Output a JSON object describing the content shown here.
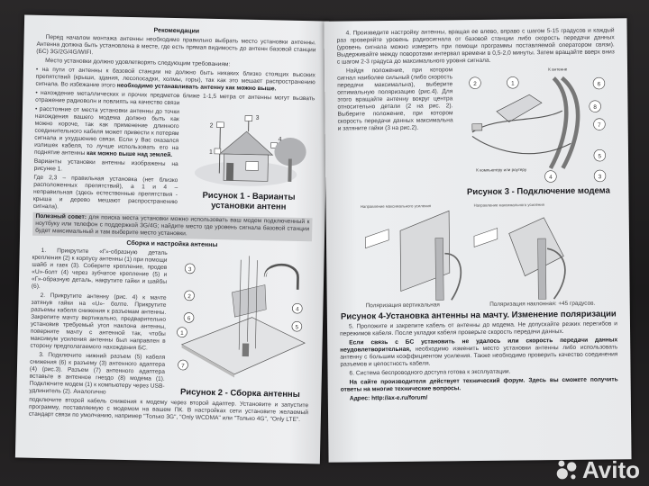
{
  "left_page": {
    "heading": "Рекомендации",
    "intro": "Перед началом монтажа антенны необходимо правильно выбрать место установки антенны. Антенна должна быть установлена в месте, где есть прямая видимость до антенн базовой станции (БС) 3G/2G/4G/WIFI.",
    "req_intro": "Место установки должно удовлетворять следующим требованиям:",
    "bullet1": "на пути от антенны к базовой станции не должно быть никаких близко стоящих высоких препятствий (крыши, здания, лесопосадки, холмы, горы), так как это мешает распространению сигнала. Во избежание этого",
    "bullet1_bold": "необходимо устанавливать антенну как можно выше.",
    "bullet2": "нахождение металлических и прочих предметов ближе 1-1,5 метра от антенны могут вызвать отражение радиоволн и повлиять на качество связи",
    "bullet3": "расстояние от места установки антенны до точки нахождения вашего модема должно быть как можно короче, так как применение длинного соединительного кабеля может привести к потерям сигнала и ухудшению связи. Если у Вас оказался излишек кабеля, то лучше использовать его на поднятие антенны",
    "bullet3_bold": "как можно выше над землей.",
    "variants": "Варианты установки антенны изображены на рисунке 1.",
    "variants_note": "Где 2,3 – правильная установка (нет близко расположенных препятствий), а 1 и 4 – неправильная (здесь естественные препятствия - крыша и дерево мешают распространению сигнала).",
    "figure1": {
      "caption": "Рисунок 1 - Варианты установки антенн",
      "labels": [
        "1",
        "2",
        "3",
        "4"
      ]
    },
    "tip_label": "Полезный совет:",
    "tip_text": "для поиска места установки можно использовать ваш модем подключенный к ноутбуку или телефон с поддержкой 3G/4G; найдите место где уровень сигнала базовой станции будет максимальный и там выберите место установки.",
    "assembly_heading": "Сборка и настройка антенны",
    "step1": "1. Прикрутите «Г»-образную деталь крепления (2) к корпусу антенны (1) при помощи шайб и гаек (3). Соберите крепление, продев «U»-болт (4) через зубчатое крепление (5) и «Г»-образную деталь, накрутите гайки и шайбы (6).",
    "step2": "2. Прикрутите антенну (рис. 4) к мачте затянув гайки на «U»- болте. Прикрутите разъемы кабеля снижения к разъемам антенны. Закрепите мачту вертикально, предварительно установив требуемый угол наклона антенны, поверните мачту с антенной так, чтобы максимум усиления антенны был направлен в сторону предполагаемого нахождения БС.",
    "step3": "3. Подключите нижний разъем (5) кабеля снижения (6) к разъему (3) антенного адаптера (4) (рис.3). Разъем (7) антенного адаптера вставьте в антенное гнездо (8) модема (1). Подключите модем (1) к компьютеру через USB-удлинитель (2). Аналогично",
    "step3_cont": "подключите второй кабель снижения к модему через второй адаптер. Установите и запустите программу, поставляемую с модемом на вашем ПК. В настройках сети установите желаемый стандарт связи по умолчанию, например \"Только 3G\", \"Only WCDMA\" или \"Только 4G\", \"Only LTE\".",
    "figure2": {
      "caption": "Рисунок 2 - Сборка антенны",
      "labels": [
        "3",
        "2",
        "6",
        "1",
        "7",
        "4",
        "5"
      ]
    }
  },
  "right_page": {
    "step4": "4. Произведите настройку антенны, вращая ее влево, вправо с шагом 5-15 градусов и каждый раз проверяйте уровень радиосигнала от базовой станции либо скорость передачи данных (уровень сигнала можно измерить при помощи программы поставляемой оператором связи). Выдерживайте между поворотами интервал времени в 0,5-2,0 минуты. Затем вращайте вверх вниз с шагом 2-3 градуса до максимального уровня сигнала.",
    "polarization": "Найдя положение, при котором сигнал наиболее сильный (либо скорость передачи максимальна), выберите оптимальную поляризацию (рис.4). Для этого вращайте антенну вокруг центра относительно детали (2 на рис. 2). Выберите положение, при котором скорость передачи данных максимальна и затяните гайки (3 на рис.2).",
    "figure3": {
      "caption": "Рисунок 3 - Подключение модема",
      "labels": [
        "2",
        "1",
        "6",
        "8",
        "7",
        "5",
        "4",
        "3"
      ],
      "to_antenna": "К антенне",
      "to_computer": "К компьютеру или роутеру"
    },
    "figure4": {
      "caption": "Рисунок 4-Установка антенны на мачту. Изменение поляризации",
      "direction_label": "Направление максимального усиления",
      "left_label": "Поляризация вертикальная",
      "right_label": "Поляризация наклонная: +45 градусов."
    },
    "step5": "5. Проложите и закрепите кабель от антенны до модема. Не допускайте резких перегибов и пережимов кабеля. После укладки кабеля проверьте скорость передачи данных.",
    "warning_bold": "Если связь с БС установить не удалось или скорость передачи данных неудовлетворительная,",
    "warning_text": "необходимо изменить место установки антенны либо использовать антенну с большим коэффициентом усиления. Также необходимо проверить качество соединения разъемов и целостность кабеля.",
    "step6": "6. Система беспроводного доступа готова к эксплуатации.",
    "forum_bold": "На сайте производителя действует технический форум. Здесь вы сможете получить ответы на многие технические вопросы.",
    "address": "Адрес: http://ax-e.ru/forum/"
  },
  "watermark": {
    "text": "Avito"
  },
  "colors": {
    "paper": "#e9eaec",
    "ink": "#3b3b40",
    "background": "#1e1c1d",
    "tip_highlight": "#c9cacc"
  }
}
